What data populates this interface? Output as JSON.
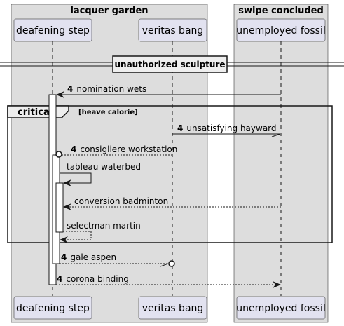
{
  "boxes": [
    {
      "title": "lacquer garden"
    },
    {
      "title": "swipe concluded"
    }
  ],
  "participants": [
    {
      "name": "deafening step"
    },
    {
      "name": "veritas bang"
    },
    {
      "name": "unemployed fossil"
    }
  ],
  "divider": {
    "label": "unauthorized sculpture"
  },
  "fragment": {
    "kind": "critical",
    "condition": "[heave calorie]"
  },
  "messages": [
    {
      "number": "4",
      "label": "nomination wets"
    },
    {
      "number": "4",
      "label": "unsatisfying hayward"
    },
    {
      "number": "4",
      "label": "consigliere workstation"
    },
    {
      "number": "",
      "label": "tableau waterbed"
    },
    {
      "number": "",
      "label": "conversion badminton"
    },
    {
      "number": "",
      "label": "selectman martin"
    },
    {
      "number": "4",
      "label": "gale aspen"
    },
    {
      "number": "4",
      "label": "corona binding"
    }
  ],
  "colors": {
    "box_fill": "#dddddd",
    "participant_fill": "#e2e2f0",
    "participant_border": "#181818",
    "line": "#181818"
  }
}
